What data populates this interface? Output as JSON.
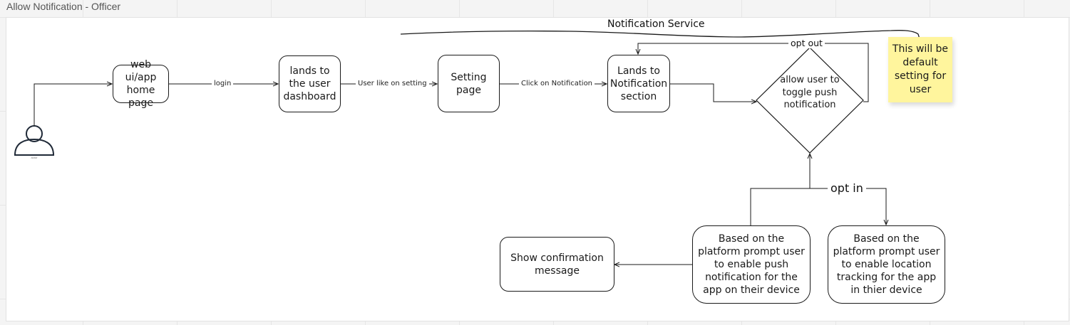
{
  "frame": {
    "title": "Allow Notification - Officer"
  },
  "diagram": {
    "service_title": "Notification Service",
    "actor_label": "actor",
    "nodes": {
      "home": "web ui/app home page",
      "dashboard": "lands to the user dashboard",
      "settings": "Setting page",
      "notification_section": "Lands to Notification section",
      "toggle": "allow user to toggle push notification",
      "push_prompt": "Based on the platform prompt user to enable push notification for the app on their device",
      "location_prompt": "Based on the platform prompt user to enable location tracking for the app in thier device",
      "confirmation": "Show confirmation message"
    },
    "edges": {
      "login": "login",
      "user_like_setting": "User like on setting",
      "click_notification": "Click on Notification",
      "opt_out": "opt out",
      "opt_in": "opt in"
    },
    "sticky_note": "This will be default setting for user",
    "colors": {
      "sticky": "#fff59d",
      "stroke": "#1a1a1a",
      "frame_bg": "#ffffff",
      "canvas_bg": "#f4f4f4"
    }
  }
}
